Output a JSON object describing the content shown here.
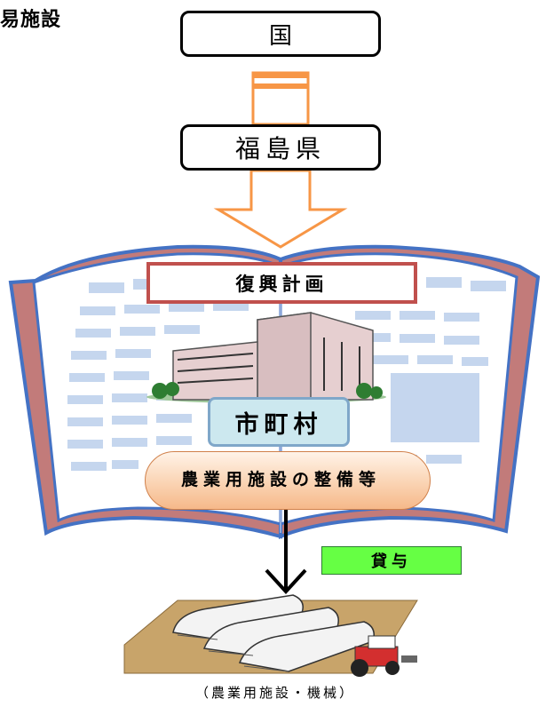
{
  "corner_label": "易施設",
  "nodes": {
    "kuni": "国",
    "fukushima": "福島県",
    "plan": "復興計画",
    "city": "市町村",
    "improve": "農業用施設の整備等",
    "lend": "貸与",
    "facility": "（農業用施設・機械）"
  },
  "icons": {
    "book": "open-book-icon",
    "building": "building-icon",
    "greenhouse": "greenhouse-icon",
    "tractor": "tractor-icon"
  },
  "colors": {
    "outline_arrow": "#f79646",
    "book_blue": "#4472c4",
    "book_red": "#c0504d",
    "plan_border": "#c0504d",
    "city_fill": "#cce8ef",
    "lend_fill": "#66ff44"
  }
}
